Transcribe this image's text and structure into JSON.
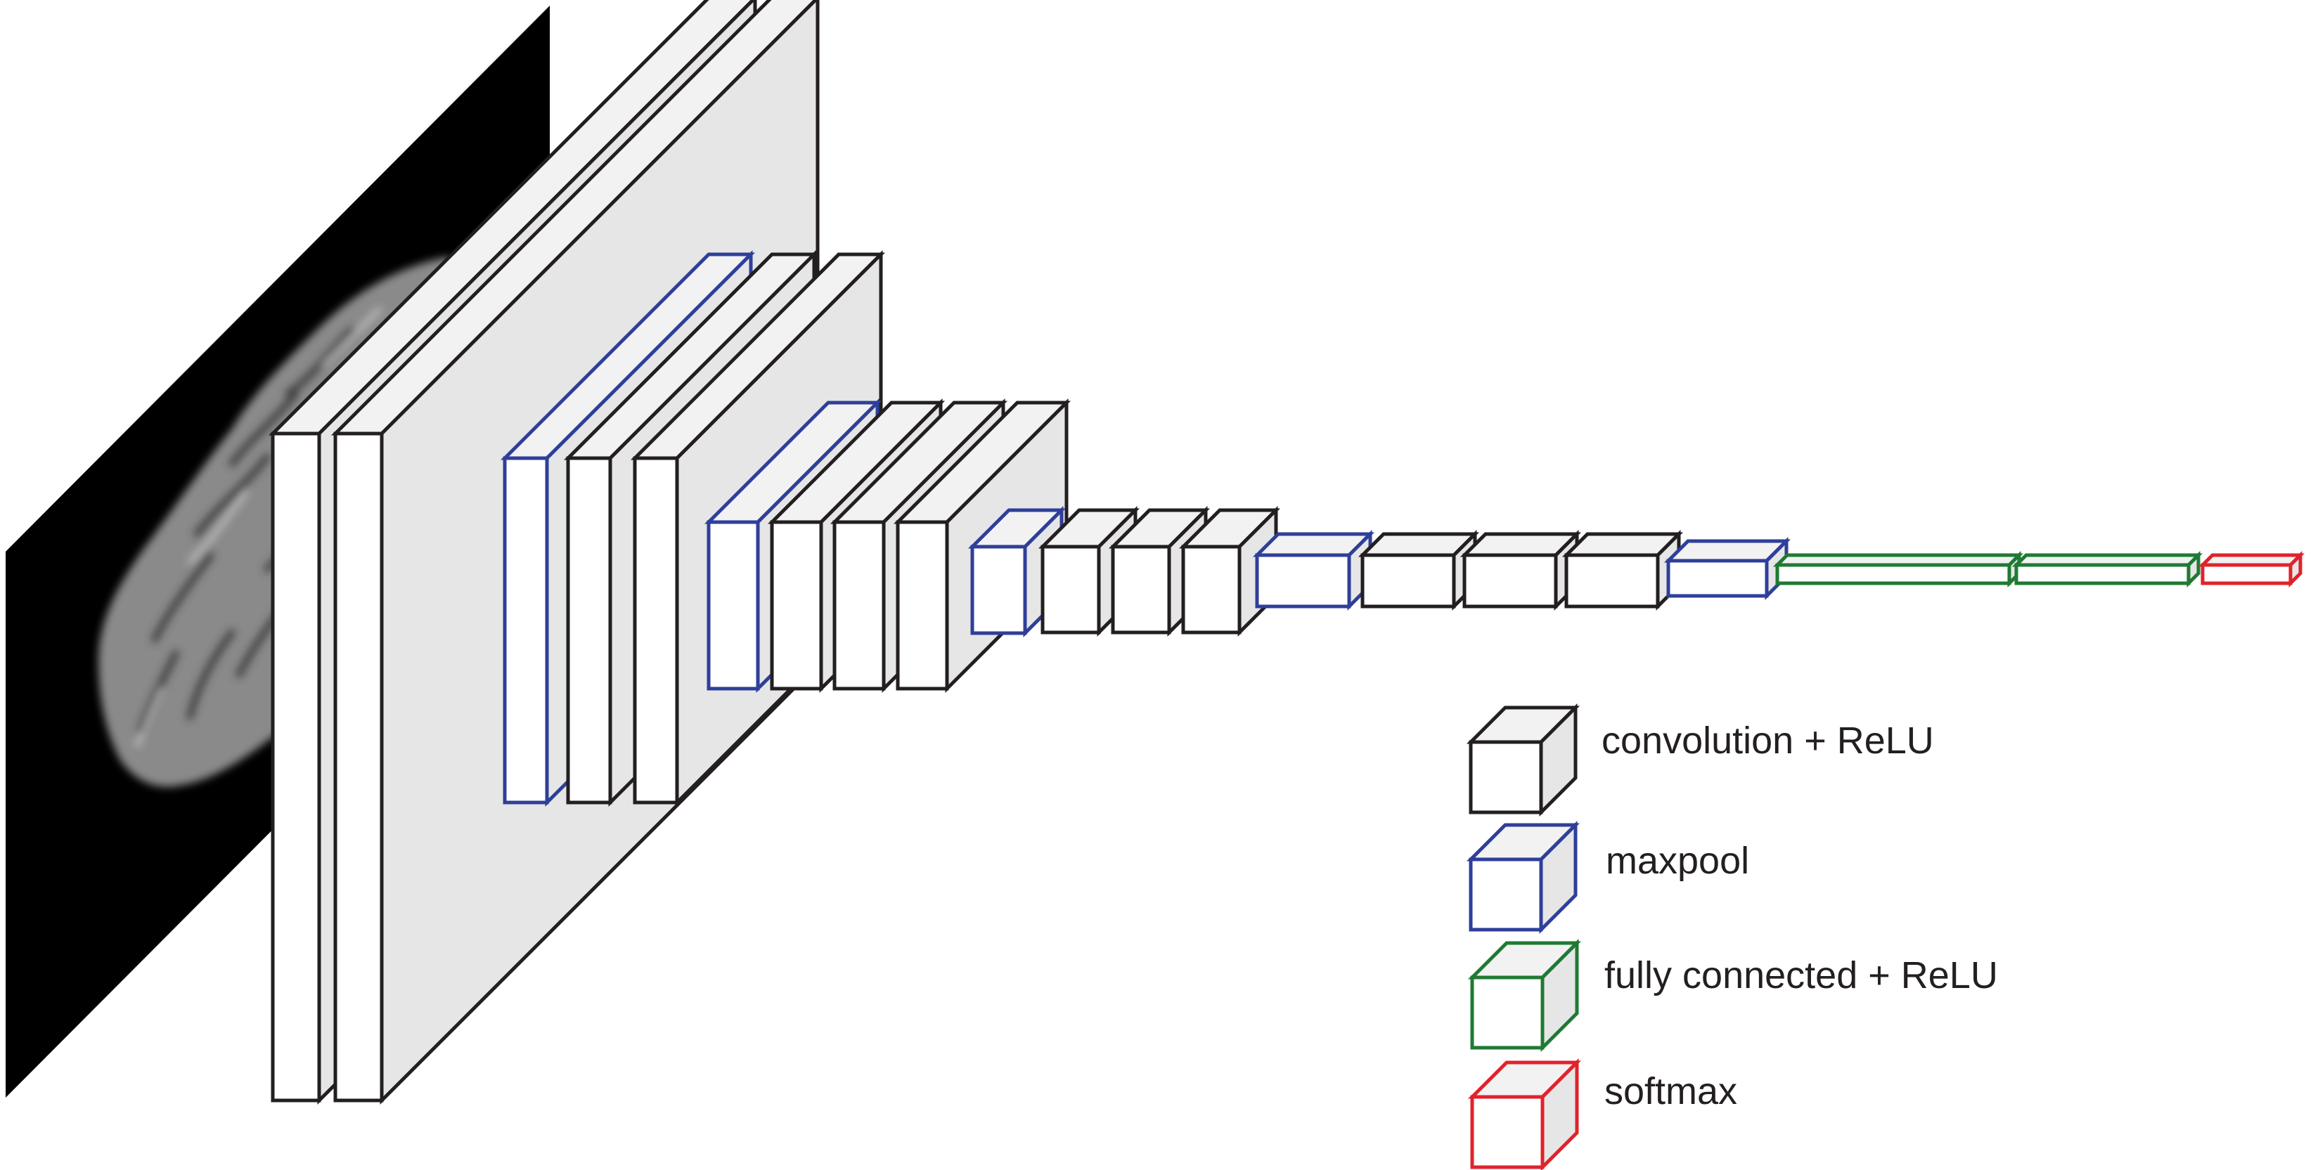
{
  "colors": {
    "convolution": "#231f20",
    "maxpool": "#2e3f9a",
    "fully_connected": "#1f7a33",
    "softmax": "#e0232b",
    "face": "#ffffff",
    "side": "#e6e6e6",
    "top": "#f2f2f2"
  },
  "input_image": {
    "content": "grayscale brain MRI slice"
  },
  "legend": [
    {
      "kind": "convolution",
      "label": "convolution + ReLU"
    },
    {
      "kind": "maxpool",
      "label": "maxpool"
    },
    {
      "kind": "fully_connected",
      "label": "fully connected + ReLU"
    },
    {
      "kind": "softmax",
      "label": "softmax"
    }
  ]
}
